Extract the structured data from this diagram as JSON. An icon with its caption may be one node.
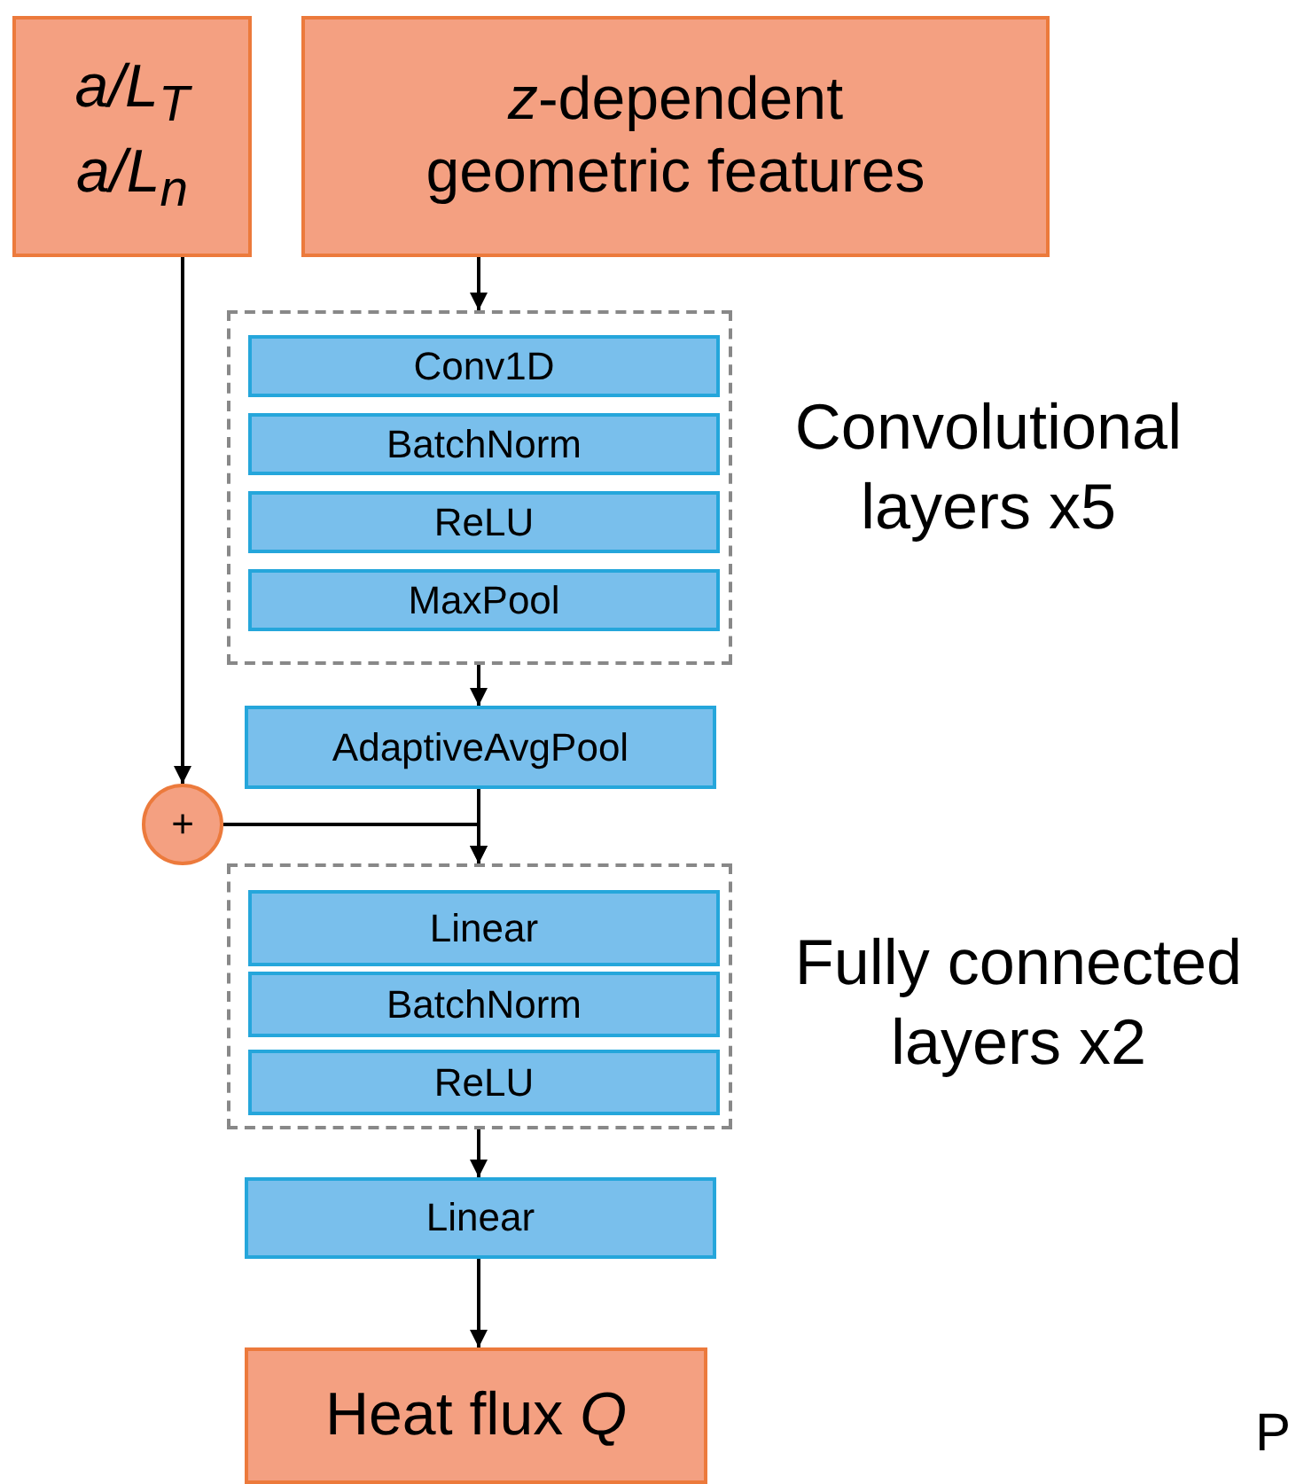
{
  "diagram": {
    "nodes": [
      {
        "text": [
          "a/L$_{T}$ a/L$_{n}$"
        ]
      },
      {
        "text": [
          "*z*-dependent geometric features"
        ]
      },
      {
        "text": [],
        "shape": "box",
        "beside": [
          "Convolutional layers x5"
        ]
      },
      {
        "text": [
          "Conv1D"
        ],
        "in": 2
      },
      {
        "text": [
          "BatchNorm"
        ],
        "in": 2
      },
      {
        "text": [
          "ReLU"
        ],
        "in": 2
      },
      {
        "text": [
          "MaxPool"
        ],
        "in": 2
      },
      {
        "text": [
          "AdaptiveAvgPool"
        ]
      },
      {
        "text": [
          "+"
        ]
      },
      {
        "text": [],
        "shape": "box",
        "beside": [
          "Fully connected layers x2"
        ]
      },
      {
        "text": [
          "Linear"
        ],
        "in": 9
      },
      {
        "text": [
          "BatchNorm"
        ],
        "in": 9
      },
      {
        "text": [
          "ReLU"
        ],
        "in": 9
      },
      {
        "text": [
          "Linear"
        ]
      },
      {
        "text": [
          "Heat flux *Q*"
        ]
      }
    ],
    "edges": [
      {
        "from": 1,
        "to": 2,
        "arrow": "to"
      },
      {
        "from": 2,
        "to": 7,
        "arrow": "to"
      },
      {
        "from": 0,
        "to": 8,
        "arrow": "to"
      },
      {
        "from": 7,
        "to": 9,
        "arrow": "to"
      },
      {
        "from": 8,
        "to": 9,
        "arrow": "to"
      },
      {
        "from": 9,
        "to": 13,
        "arrow": "to"
      },
      {
        "from": 13,
        "to": 14,
        "arrow": "to"
      }
    ],
    "labels": [
      "P"
    ]
  }
}
